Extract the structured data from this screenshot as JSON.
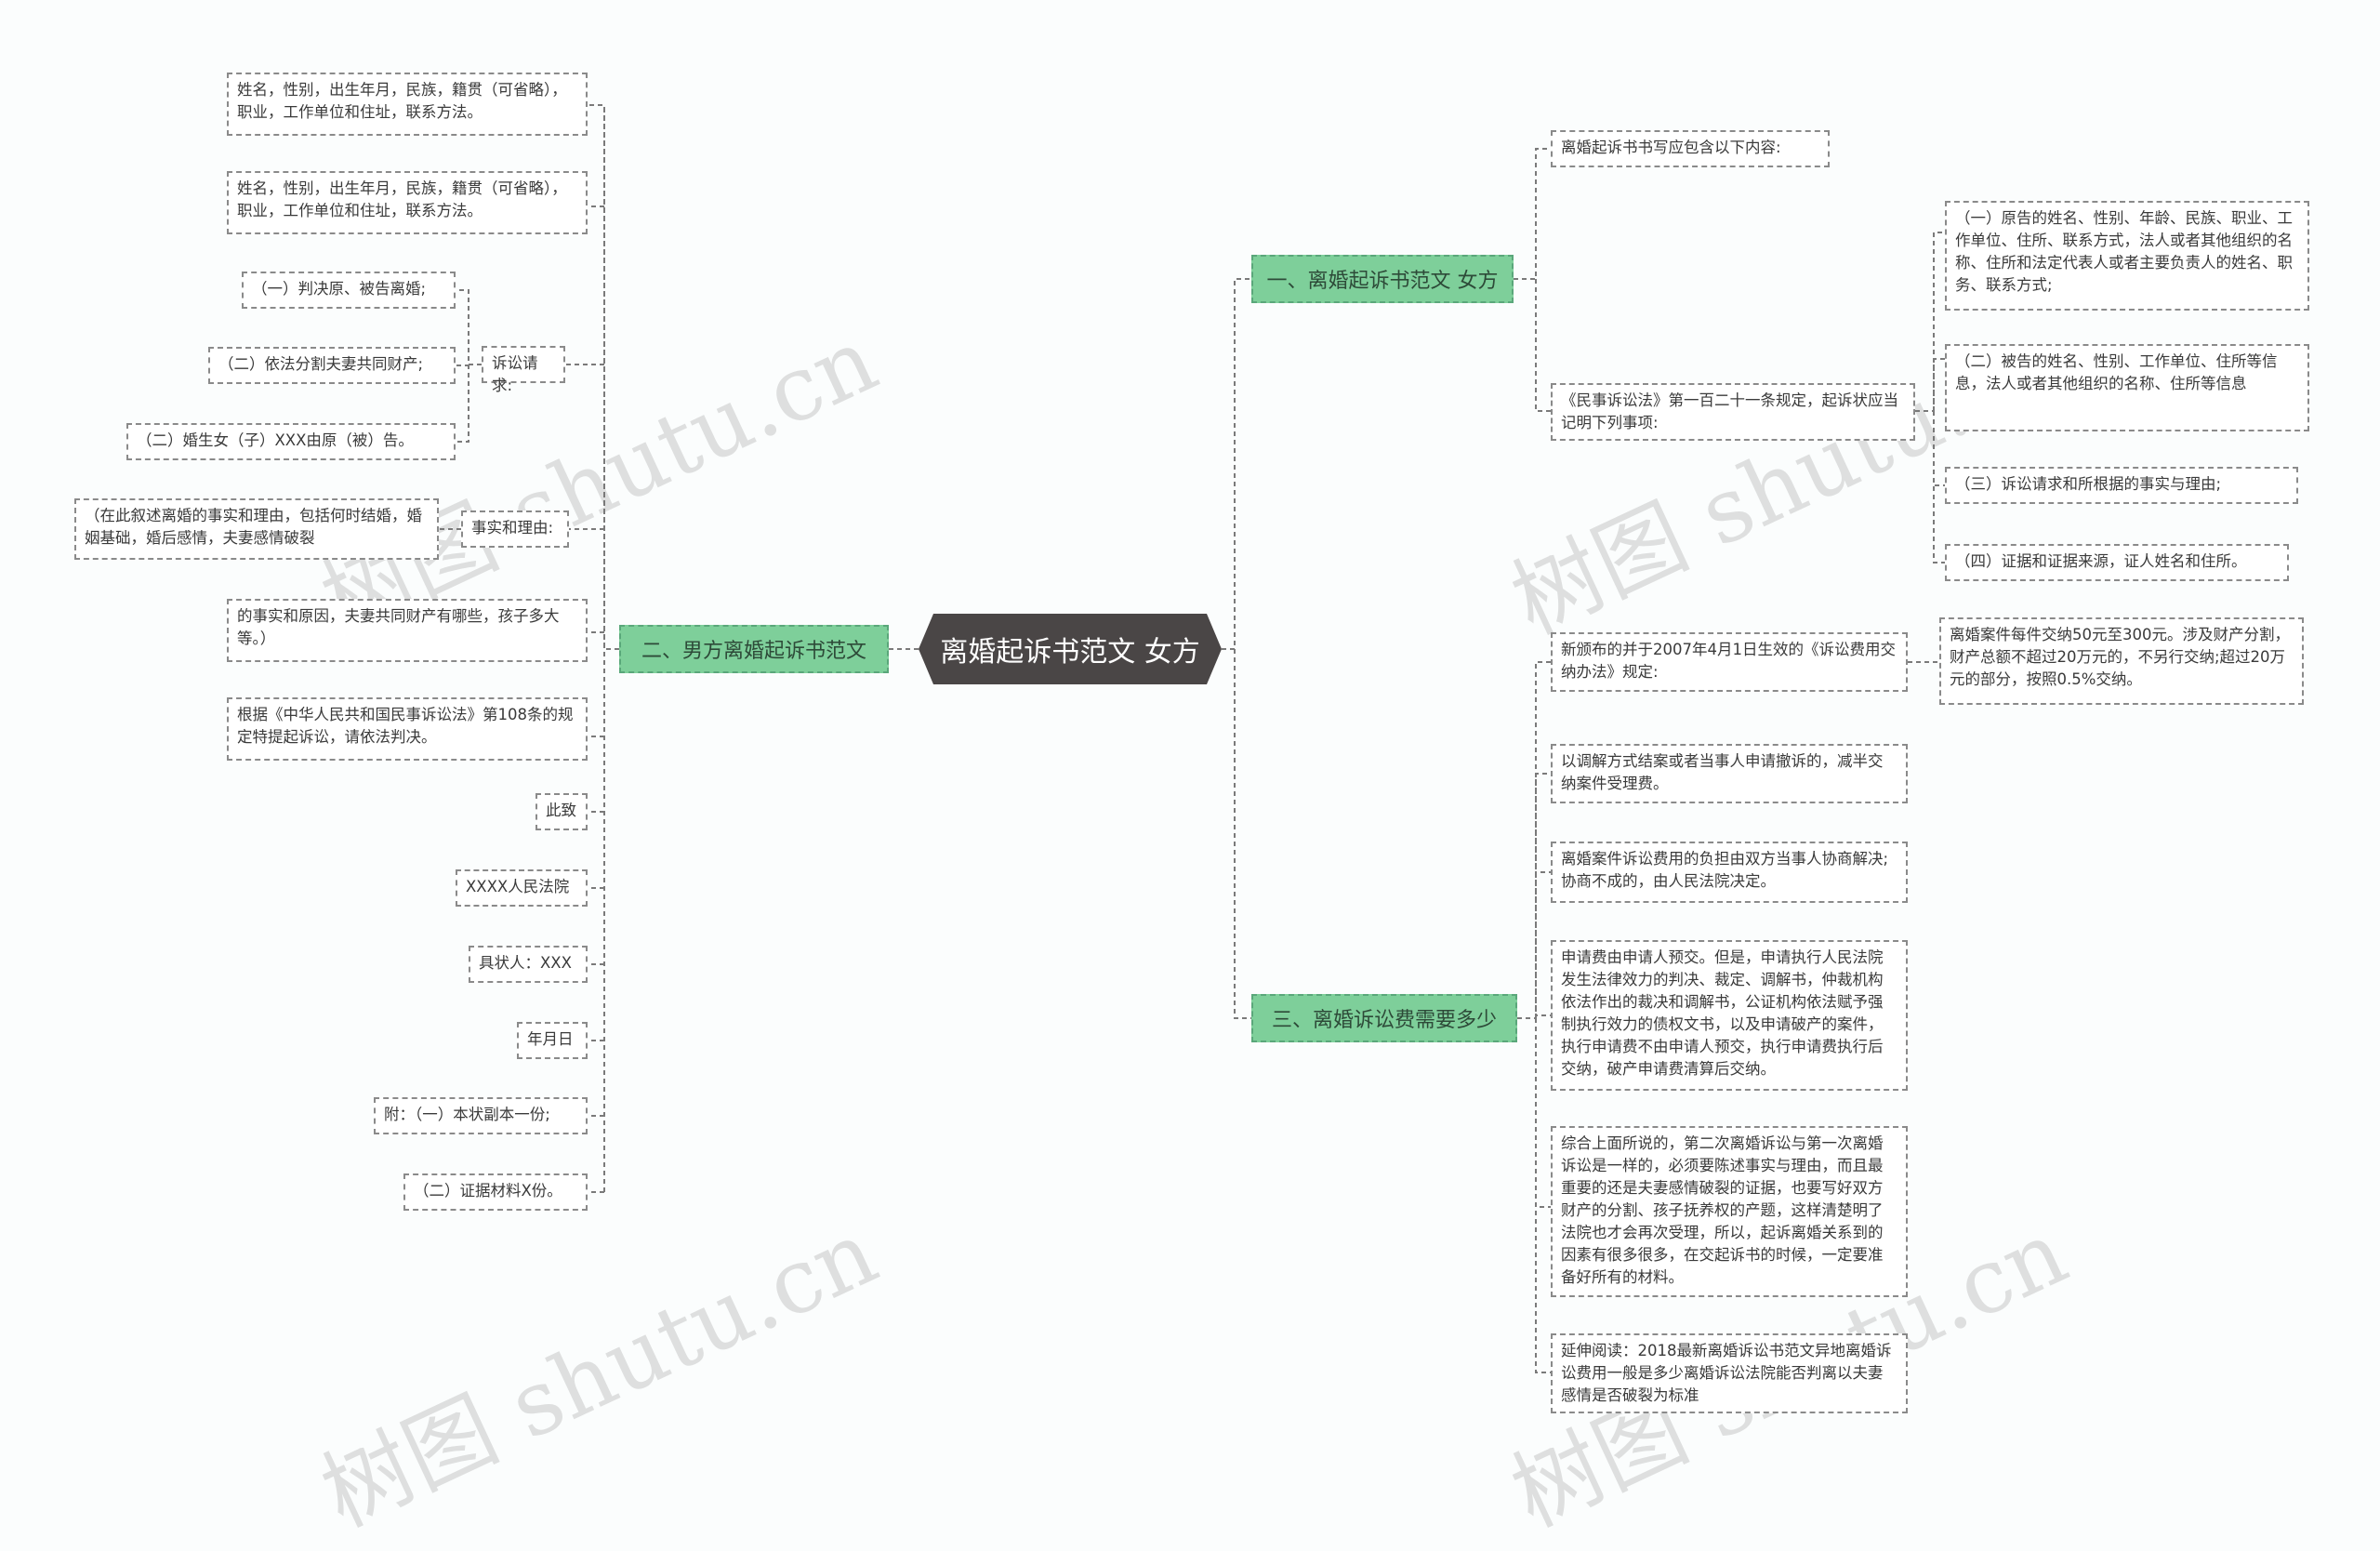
{
  "root": "离婚起诉书范文 女方",
  "branches": {
    "b1": "一、离婚起诉书范文 女方",
    "b2": "二、男方离婚起诉书范文",
    "b3": "三、离婚诉讼费需要多少"
  },
  "b1_nodes": {
    "intro": "离婚起诉书书写应包含以下内容:",
    "law": "《民事诉讼法》第一百二十一条规定，起诉状应当记明下列事项:",
    "item1": "（一）原告的姓名、性别、年龄、民族、职业、工作单位、住所、联系方式，法人或者其他组织的名称、住所和法定代表人或者主要负责人的姓名、职务、联系方式;",
    "item2": "（二）被告的姓名、性别、工作单位、住所等信息，法人或者其他组织的名称、住所等信息",
    "item3": "（三）诉讼请求和所根据的事实与理由;",
    "item4": "（四）证据和证据来源，证人姓名和住所。"
  },
  "b2_nodes": {
    "p1": "姓名，性别，出生年月，民族，籍贯（可省略），职业，工作单位和住址，联系方法。",
    "p2": "姓名，性别，出生年月，民族，籍贯（可省略），职业，工作单位和住址，联系方法。",
    "claims_label": "诉讼请求:",
    "claim1": "（一）判决原、被告离婚;",
    "claim2": "（二）依法分割夫妻共同财产;",
    "claim3": "（二）婚生女（子）XXX由原（被）告。",
    "facts_label": "事实和理由:",
    "facts_detail": "（在此叙述离婚的事实和理由，包括何时结婚，婚姻基础，婚后感情，夫妻感情破裂",
    "cont": "的事实和原因，夫妻共同财产有哪些，孩子多大等。）",
    "basis": "根据《中华人民共和国民事诉讼法》第108条的规定特提起诉讼，请依法判决。",
    "to": "此致",
    "court": "XXXX人民法院",
    "sign": "具状人：XXX",
    "date": "年月日",
    "att1": "附：（一）本状副本一份;",
    "att2": "（二）证据材料X份。"
  },
  "b3_nodes": {
    "n1": "新颁布的并于2007年4月1日生效的《诉讼费用交纳办法》规定:",
    "n1_detail": "离婚案件每件交纳50元至300元。涉及财产分割，财产总额不超过20万元的，不另行交纳;超过20万元的部分，按照0.5%交纳。",
    "n2": "以调解方式结案或者当事人申请撤诉的，减半交纳案件受理费。",
    "n3": "离婚案件诉讼费用的负担由双方当事人协商解决;协商不成的，由人民法院决定。",
    "n4": "申请费由申请人预交。但是，申请执行人民法院发生法律效力的判决、裁定、调解书，仲裁机构依法作出的裁决和调解书，公证机构依法赋予强制执行效力的债权文书，以及申请破产的案件，执行申请费不由申请人预交，执行申请费执行后交纳，破产申请费清算后交纳。",
    "n5": "综合上面所说的，第二次离婚诉讼与第一次离婚诉讼是一样的，必须要陈述事实与理由，而且最重要的还是夫妻感情破裂的证据，也要写好双方财产的分割、孩子抚养权的产题，这样清楚明了法院也才会再次受理，所以，起诉离婚关系到的因素有很多很多，在交起诉书的时候，一定要准备好所有的材料。",
    "n6": "延伸阅读：2018最新离婚诉讼书范文异地离婚诉讼费用一般是多少离婚诉讼法院能否判离以夫妻感情是否破裂为标准"
  },
  "watermark": "树图 shutu.cn"
}
